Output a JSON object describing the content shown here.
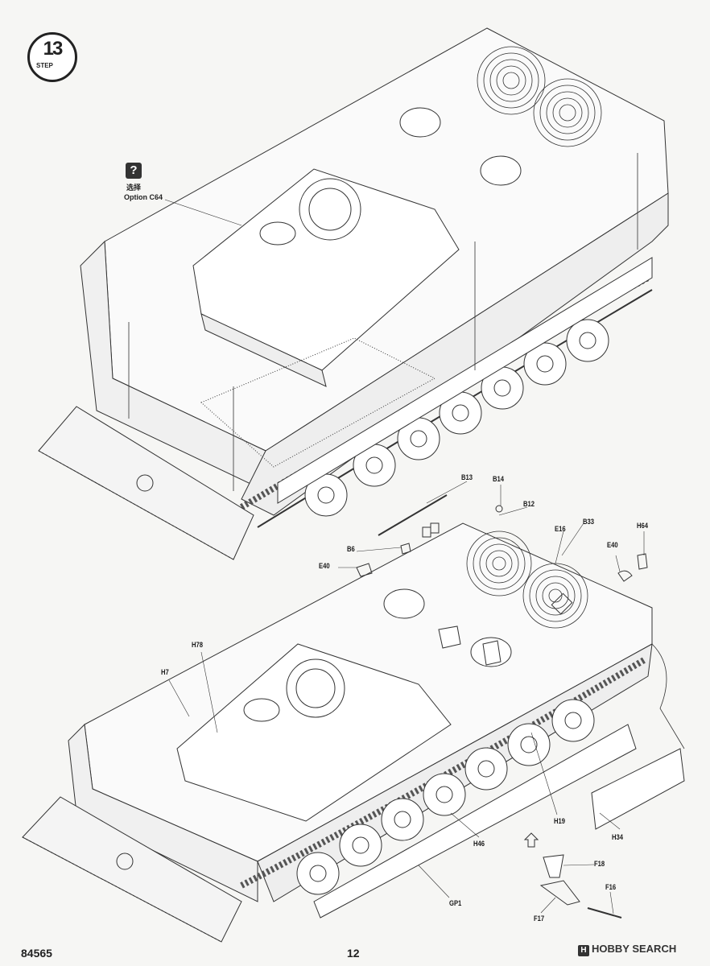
{
  "step": {
    "number": "13",
    "word": "STEP"
  },
  "option": {
    "icon": "?",
    "cn": "选择",
    "label": "Option C64"
  },
  "parts": {
    "B13": "B13",
    "B14": "B14",
    "B12": "B12",
    "B33": "B33",
    "E16": "E16",
    "H64": "H64",
    "B6": "B6",
    "E40_left": "E40",
    "E40_right": "E40",
    "H78": "H78",
    "H7": "H7",
    "H19": "H19",
    "H34": "H34",
    "H46": "H46",
    "F18": "F18",
    "F16": "F16",
    "F17": "F17",
    "GP1": "GP1"
  },
  "footer": {
    "code": "84565",
    "page": "12"
  },
  "watermark": {
    "logo": "H",
    "text": "HOBBY SEARCH"
  }
}
